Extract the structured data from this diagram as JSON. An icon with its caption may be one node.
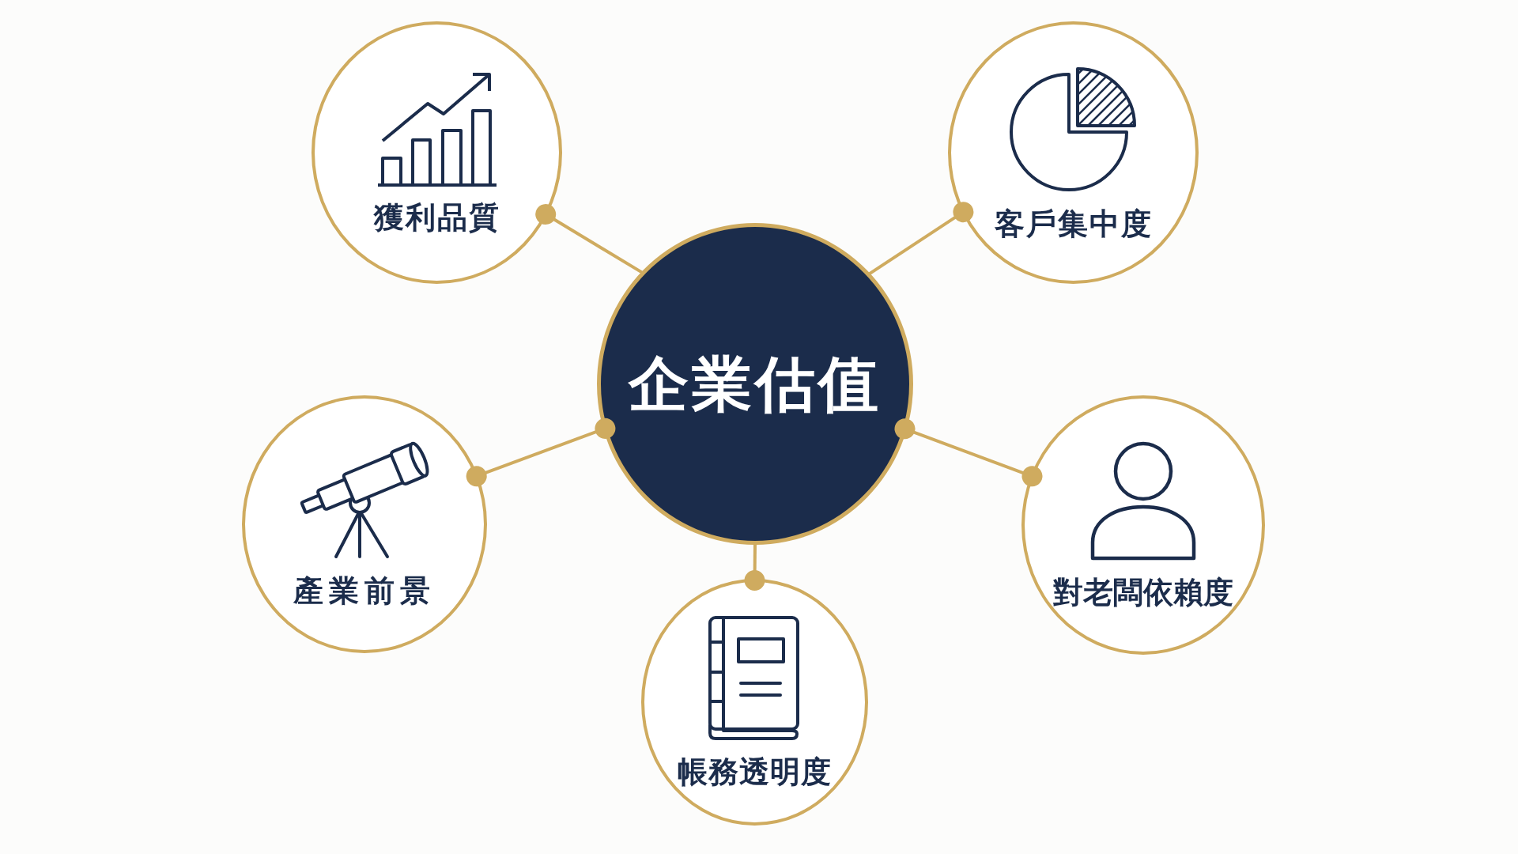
{
  "diagram": {
    "nodes": [
      {
        "text": [
          "獲利品質"
        ]
      },
      {
        "text": [
          "客戶集中度"
        ]
      },
      {
        "text": [
          "企業估值"
        ]
      },
      {
        "text": [
          "產業前景"
        ]
      },
      {
        "text": [
          "對老闆依賴度"
        ]
      },
      {
        "text": [
          "帳務透明度"
        ]
      }
    ],
    "edges": [
      {
        "from": 2,
        "to": 0,
        "arrow": "other"
      },
      {
        "from": 2,
        "to": 1,
        "arrow": "other"
      },
      {
        "from": 2,
        "to": 3,
        "arrow": "other"
      },
      {
        "from": 2,
        "to": 4,
        "arrow": "other"
      },
      {
        "from": 2,
        "to": 5,
        "arrow": "other"
      }
    ]
  }
}
